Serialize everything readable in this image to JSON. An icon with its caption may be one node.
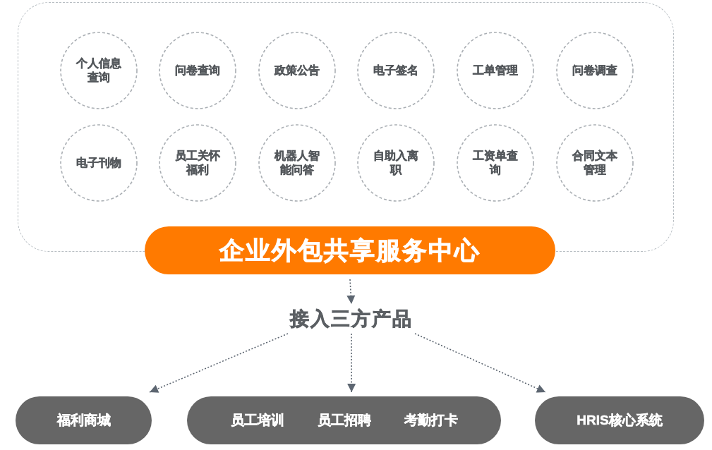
{
  "diagram": {
    "nodes": [
      {
        "text": [],
        "shape": "box"
      },
      {
        "text": [
          "个人信息查询"
        ],
        "in": 0
      },
      {
        "text": [
          "问卷查询"
        ],
        "in": 0
      },
      {
        "text": [
          "政策公告"
        ],
        "in": 0
      },
      {
        "text": [
          "电子签名"
        ],
        "in": 0
      },
      {
        "text": [
          "工单管理"
        ],
        "in": 0
      },
      {
        "text": [
          "问卷调查"
        ],
        "in": 0
      },
      {
        "text": [
          "电子刊物"
        ],
        "in": 0
      },
      {
        "text": [
          "员工关怀福利"
        ],
        "in": 0
      },
      {
        "text": [
          "机器人智能问答"
        ],
        "in": 0
      },
      {
        "text": [
          "自助入离职"
        ],
        "in": 0
      },
      {
        "text": [
          "工资单查询"
        ],
        "in": 0
      },
      {
        "text": [
          "合同文本管理"
        ],
        "in": 0
      },
      {
        "text": [
          "企业外包共享服务中心"
        ]
      },
      {
        "text": [
          "接入三方产品"
        ]
      },
      {
        "text": [
          "福利商城"
        ]
      },
      {
        "text": [
          "员工培训",
          "员工招聘",
          "考勤打卡"
        ]
      },
      {
        "text": [
          "HRIS核心系统"
        ]
      }
    ],
    "edges": [
      {
        "from": 13,
        "to": 14,
        "arrow": "to",
        "style": "dashed"
      },
      {
        "from": 14,
        "to": 15,
        "arrow": "to",
        "style": "dashed"
      },
      {
        "from": 14,
        "to": 16,
        "arrow": "to",
        "style": "dashed"
      },
      {
        "from": 14,
        "to": 17,
        "arrow": "to",
        "style": "dashed"
      }
    ]
  }
}
